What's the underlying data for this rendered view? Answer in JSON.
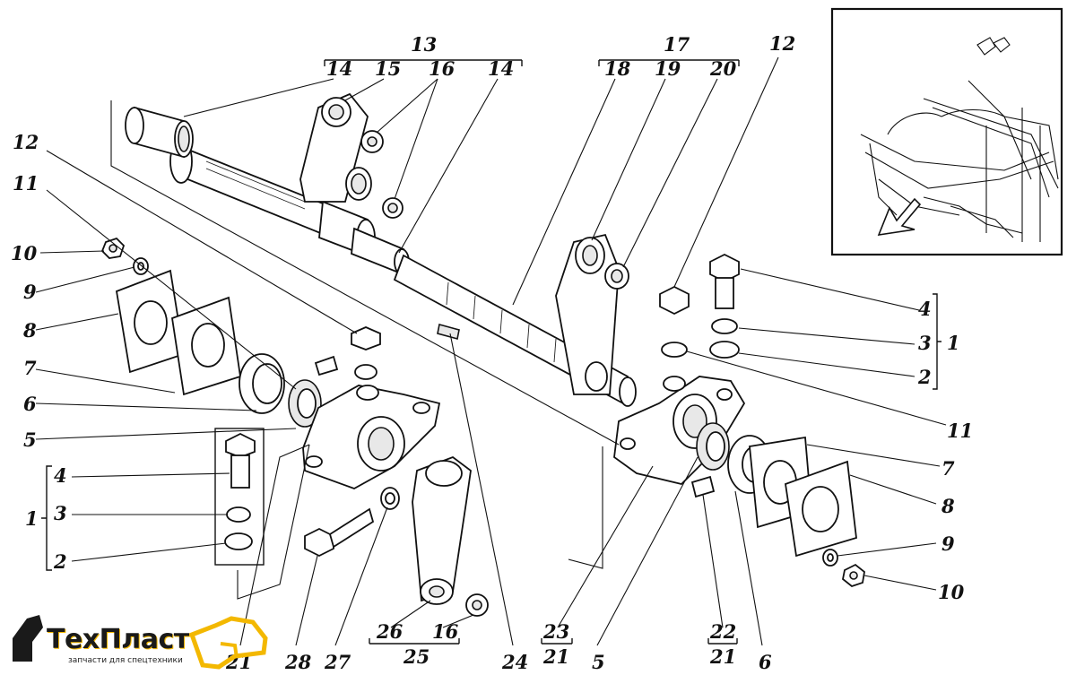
{
  "callouts": {
    "l13": "13",
    "l14a": "14",
    "l15": "15",
    "l16a": "16",
    "l14b": "14",
    "l17": "17",
    "l18": "18",
    "l19": "19",
    "l20": "20",
    "l12a": "12",
    "l12b": "12",
    "l11a": "11",
    "l10a": "10",
    "l9a": "9",
    "l8a": "8",
    "l7a": "7",
    "l6a": "6",
    "l5a": "5",
    "l4a": "4",
    "l3a": "3",
    "l2a": "2",
    "l1a": "1",
    "l4b": "4",
    "l3b": "3",
    "l2b": "2",
    "l1b": "1",
    "l11b": "11",
    "l7b": "7",
    "l8b": "8",
    "l9b": "9",
    "l10b": "10",
    "l21a": "21",
    "l28": "28",
    "l27": "27",
    "l26": "26",
    "l16b": "16",
    "l25": "25",
    "l24": "24",
    "l23": "23",
    "l21b": "21",
    "l5b": "5",
    "l22": "22",
    "l21c": "21",
    "l6b": "6"
  },
  "logo": {
    "name": "ТехПласт",
    "tagline": "запчасти для спецтехники"
  },
  "colors": {
    "ink": "#111111",
    "logo_accent": "#f3b800"
  }
}
